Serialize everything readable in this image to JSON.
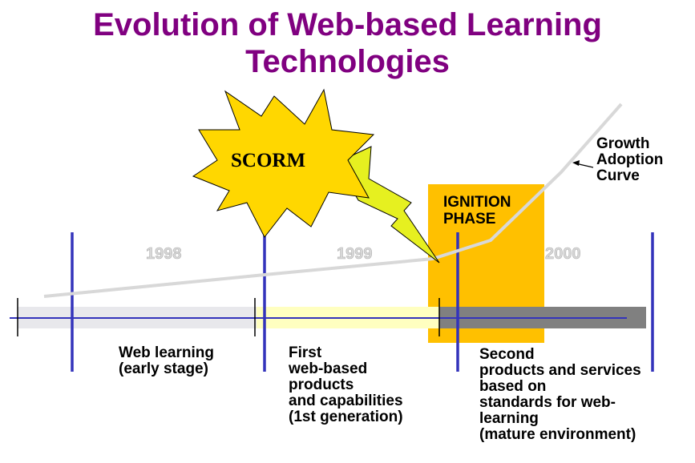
{
  "title": {
    "line1": "Evolution of Web-based Learning",
    "line2": "Technologies"
  },
  "burst": {
    "label": "SCORM"
  },
  "phase": {
    "line1": "IGNITION",
    "line2": "PHASE"
  },
  "curve_label": {
    "line1": "Growth",
    "line2": "Adoption",
    "line3": "Curve"
  },
  "years": [
    "1998",
    "1999",
    "2000"
  ],
  "stages": {
    "stage1": [
      "Web learning",
      "(early stage)"
    ],
    "stage2": [
      "First",
      "web-based",
      "products",
      "and capabilities",
      "(1st generation)"
    ],
    "stage3": [
      "Second",
      "products and services",
      "based on",
      "standards for web-",
      "learning",
      "(mature environment)"
    ]
  },
  "colors": {
    "title": "#800080",
    "ignition_box": "#FFC000",
    "burst_fill": "#FFD700",
    "bolt_fill": "#E6F020",
    "divider": "#3333BB",
    "bar_early": "#E8E8EC",
    "bar_first": "#FFFFC0",
    "bar_mature": "#808080",
    "curve": "#D8D8D8"
  }
}
